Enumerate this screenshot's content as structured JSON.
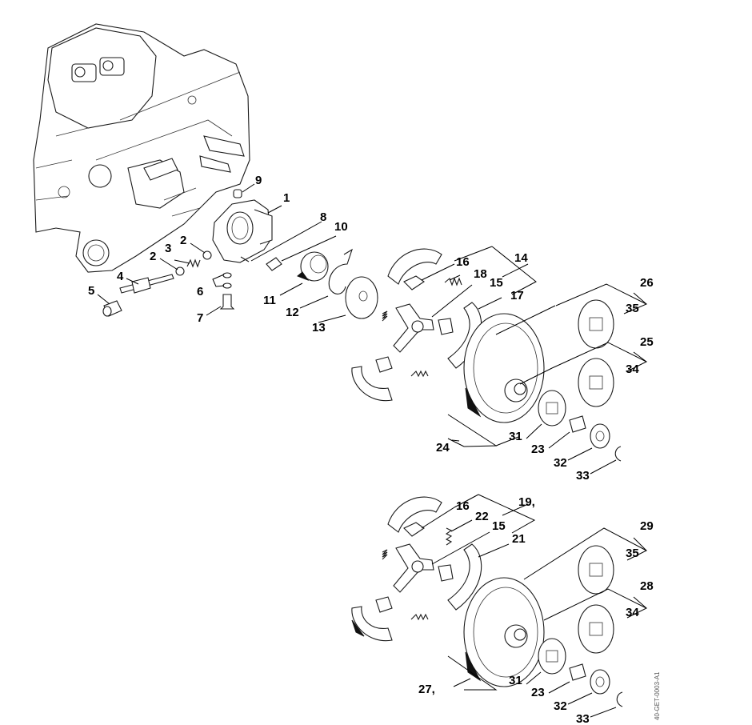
{
  "diagram": {
    "title": "Exploded parts view - oil pump and clutch assembly",
    "reference_code": "40-GET-0003-A1",
    "callouts": {
      "c1": "1",
      "c2a": "2",
      "c2b": "2",
      "c3": "3",
      "c4": "4",
      "c5": "5",
      "c6": "6",
      "c7": "7",
      "c8": "8",
      "c9": "9",
      "c10": "10",
      "c11": "11",
      "c12": "12",
      "c13": "13",
      "c14": "14",
      "c15a": "15",
      "c16a": "16",
      "c17": "17",
      "c18": "18",
      "c24": "24",
      "c31a": "31",
      "c23a": "23",
      "c32a": "32",
      "c33a": "33",
      "c25": "25",
      "c34a": "34",
      "c26": "26",
      "c35a": "35",
      "c19": "19,",
      "c16b": "16",
      "c22": "22",
      "c15b": "15",
      "c21": "21",
      "c27": "27,",
      "c31b": "31",
      "c23b": "23",
      "c32b": "32",
      "c33b": "33",
      "c28": "28",
      "c34b": "34",
      "c29": "29",
      "c35b": "35"
    },
    "parts": [
      {
        "id": "engine-housing"
      },
      {
        "id": "oil-pump-housing",
        "callout": "1"
      },
      {
        "id": "washer",
        "callout": "2"
      },
      {
        "id": "spring",
        "callout": "3"
      },
      {
        "id": "worm-shaft",
        "callout": "4"
      },
      {
        "id": "drive-cap",
        "callout": "5"
      },
      {
        "id": "o-rings",
        "callout": "6"
      },
      {
        "id": "adjusting-screw",
        "callout": "7"
      },
      {
        "id": "pin",
        "callout": "8"
      },
      {
        "id": "sleeve",
        "callout": "9"
      },
      {
        "id": "screw",
        "callout": "10"
      },
      {
        "id": "worm-gear",
        "callout": "11"
      },
      {
        "id": "wire-spring",
        "callout": "12"
      },
      {
        "id": "thrust-washer",
        "callout": "13"
      },
      {
        "id": "clutch-assembly-upper",
        "callout": "14"
      },
      {
        "id": "clutch-carrier",
        "callout": "15"
      },
      {
        "id": "clutch-shoe-insert",
        "callout": "16"
      },
      {
        "id": "clutch-shoe",
        "callout": "17"
      },
      {
        "id": "tension-spring",
        "callout": "18"
      },
      {
        "id": "clutch-assembly-lower",
        "callout": "19,"
      },
      {
        "id": "clutch-shoe-lower",
        "callout": "21"
      },
      {
        "id": "tension-spring-lower",
        "callout": "22"
      },
      {
        "id": "needle-cage",
        "callout": "23"
      },
      {
        "id": "clutch-drum-set-upper",
        "callout": "24"
      },
      {
        "id": "rim-sprocket-set-a",
        "callout": "25"
      },
      {
        "id": "rim-sprocket-set-b",
        "callout": "26"
      },
      {
        "id": "clutch-drum-set-lower",
        "callout": "27,"
      },
      {
        "id": "rim-sprocket-set-c",
        "callout": "28"
      },
      {
        "id": "rim-sprocket-set-d",
        "callout": "29"
      },
      {
        "id": "rim-sprocket",
        "callout": "31"
      },
      {
        "id": "washer-large",
        "callout": "32"
      },
      {
        "id": "e-clip",
        "callout": "33"
      },
      {
        "id": "rim-sprocket-34",
        "callout": "34"
      },
      {
        "id": "rim-sprocket-35",
        "callout": "35"
      }
    ]
  }
}
